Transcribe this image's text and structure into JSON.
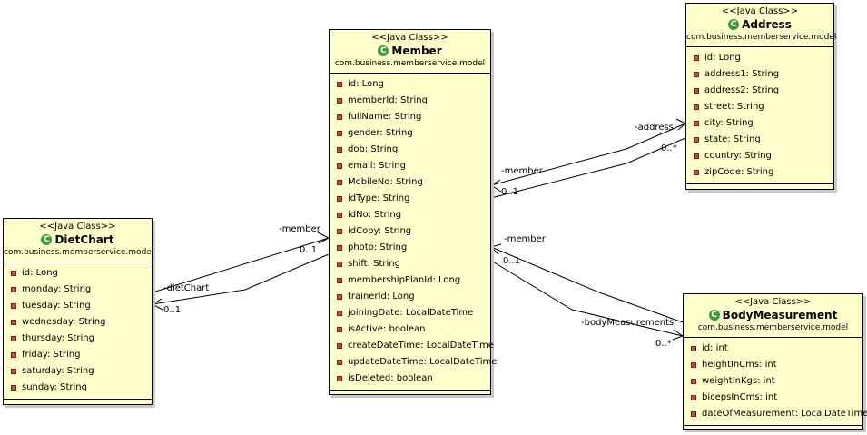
{
  "classes": {
    "member": {
      "stereotype": "<<Java Class>>",
      "name": "Member",
      "package": "com.business.memberservice.model",
      "attributes": [
        "id: Long",
        "memberId: String",
        "fullName: String",
        "gender: String",
        "dob: String",
        "email: String",
        "MobileNo: String",
        "idType: String",
        "idNo: String",
        "idCopy: String",
        "photo: String",
        "shift: String",
        "membershipPlanId: Long",
        "trainerId: Long",
        "joiningDate: LocalDateTime",
        "isActive: boolean",
        "createDateTime: LocalDateTime",
        "updateDateTime: LocalDateTime",
        "isDeleted: boolean"
      ]
    },
    "address": {
      "stereotype": "<<Java Class>>",
      "name": "Address",
      "package": "com.business.memberservice.model",
      "attributes": [
        "id: Long",
        "address1: String",
        "address2: String",
        "street: String",
        "city: String",
        "state: String",
        "country: String",
        "zipCode: String"
      ]
    },
    "dietchart": {
      "stereotype": "<<Java Class>>",
      "name": "DietChart",
      "package": "com.business.memberservice.model",
      "attributes": [
        "id: Long",
        "monday: String",
        "tuesday: String",
        "wednesday: String",
        "thursday: String",
        "friday: String",
        "saturday: String",
        "sunday: String"
      ]
    },
    "bodymeasurement": {
      "stereotype": "<<Java Class>>",
      "name": "BodyMeasurement",
      "package": "com.business.memberservice.model",
      "attributes": [
        "id: int",
        "heightInCms: int",
        "weightInKgs: int",
        "bicepsInCms: int",
        "dateOfMeasurement: LocalDateTime"
      ]
    }
  },
  "labels": {
    "address_role": "-address",
    "address_mult": "0..*",
    "address_member_role": "-member",
    "address_member_mult": "0..1",
    "diet_member_role": "-member",
    "diet_member_mult": "0..1",
    "diet_role": "-dietChart",
    "diet_mult": "0..1",
    "body_member_role": "-member",
    "body_member_mult": "0..1",
    "body_role": "-bodyMeasurements",
    "body_mult": "0..*"
  },
  "icons": {
    "class_icon": "C",
    "class_icon_color": "#3c9d3c",
    "attr_icon_color": "#c84a4a",
    "class_fill": "#ffffcc"
  }
}
